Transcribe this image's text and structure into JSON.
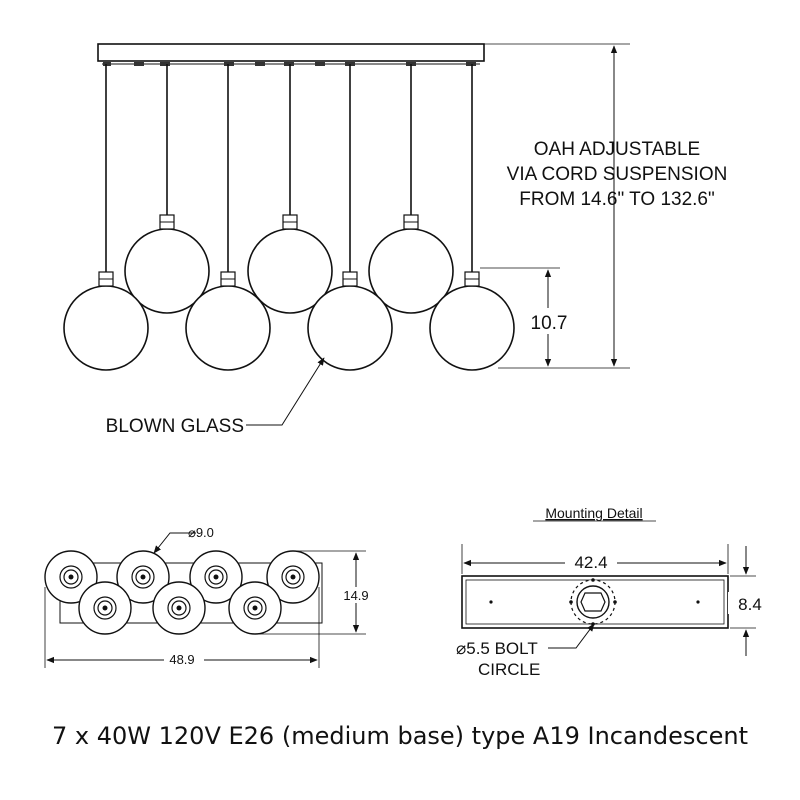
{
  "front_view": {
    "oah_note": [
      "OAH ADJUSTABLE",
      "VIA CORD SUSPENSION",
      "FROM 14.6\" TO 132.6\""
    ],
    "shade_height": "10.7",
    "material_label": "BLOWN GLASS"
  },
  "top_view": {
    "shade_diameter": "⌀9.0",
    "depth": "14.9",
    "length": "48.9"
  },
  "mounting_detail": {
    "title": "Mounting Detail",
    "canopy_length": "42.4",
    "canopy_depth": "8.4",
    "bolt_circle_label": [
      "⌀5.5 BOLT",
      "CIRCLE"
    ]
  },
  "caption": "7 x 40W 120V E26 (medium base) type A19 Incandescent"
}
